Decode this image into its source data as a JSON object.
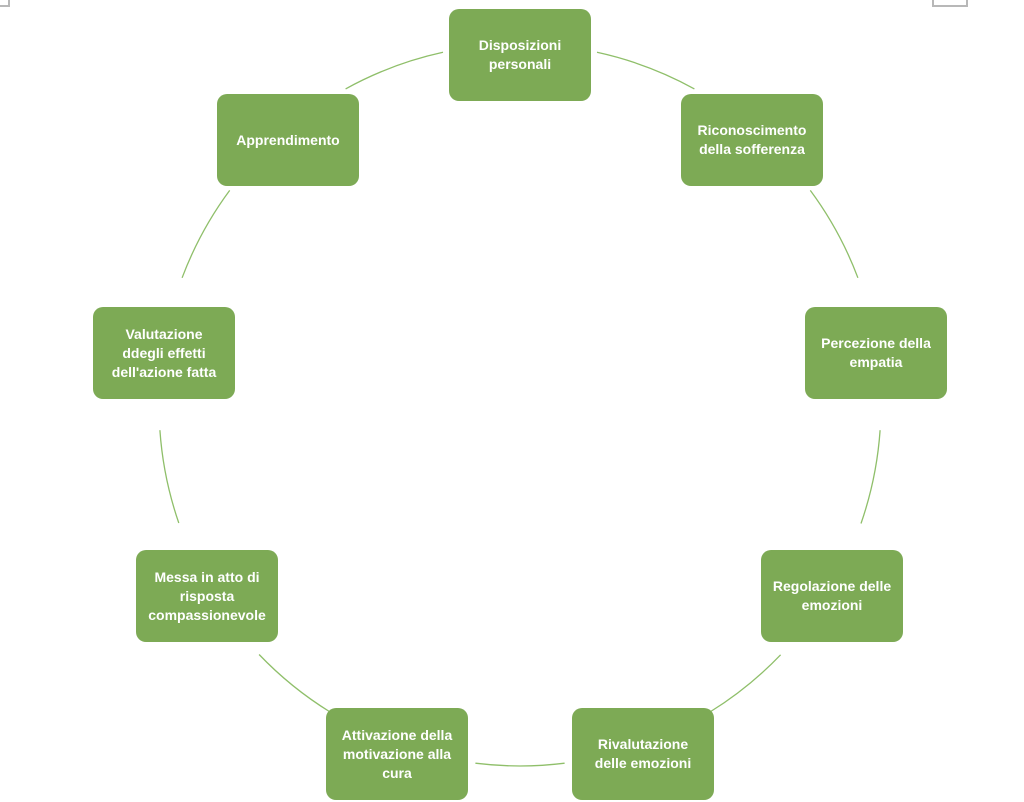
{
  "diagram": {
    "type": "cycle",
    "colors": {
      "node_fill": "#7daa55",
      "connector": "#8fbf6a",
      "label_text": "#ffffff"
    },
    "nodes": [
      {
        "id": "disposizioni",
        "label": "Disposizioni\npersonali"
      },
      {
        "id": "riconoscimento",
        "label": "Riconoscimento\ndella sofferenza"
      },
      {
        "id": "percezione",
        "label": "Percezione della\nempatia"
      },
      {
        "id": "regolazione",
        "label": "Regolazione delle\nemozioni"
      },
      {
        "id": "rivalutazione",
        "label": "Rivalutazione\ndelle emozioni"
      },
      {
        "id": "attivazione",
        "label": "Attivazione della\nmotivazione alla\ncura"
      },
      {
        "id": "messa-in-atto",
        "label": "Messa in atto di\nrisposta\ncompassionevole"
      },
      {
        "id": "valutazione",
        "label": "Valutazione\nddegli effetti\ndell'azione fatta"
      },
      {
        "id": "apprendimento",
        "label": "Apprendimento"
      }
    ]
  }
}
